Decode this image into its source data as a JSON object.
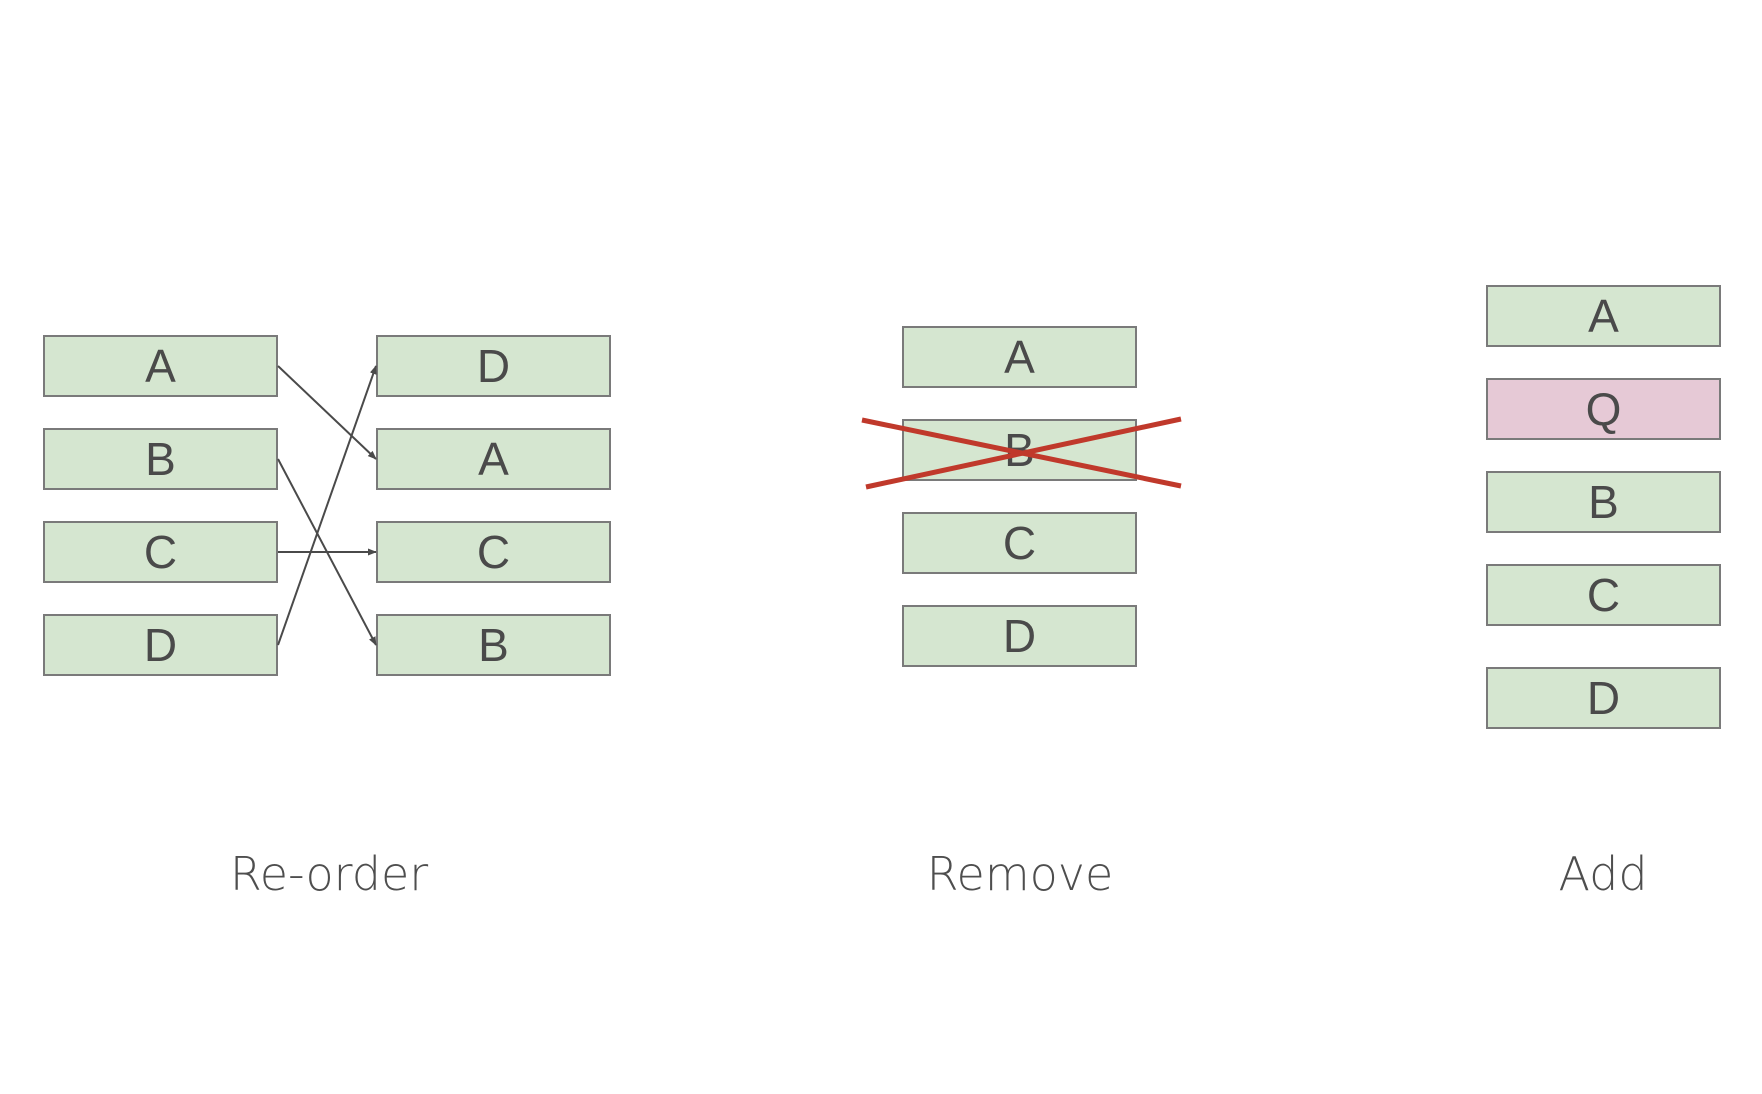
{
  "colors": {
    "box_fill": "#d5e6d0",
    "added_fill": "#e6c9d6",
    "box_border": "#7a7a7a",
    "text": "#4a4a4a",
    "arrow": "#4a4a4a",
    "cross": "#c0392b"
  },
  "reorder": {
    "caption": "Re-order",
    "before": [
      "A",
      "B",
      "C",
      "D"
    ],
    "after": [
      "D",
      "A",
      "C",
      "B"
    ]
  },
  "remove": {
    "caption": "Remove",
    "items": [
      "A",
      "B",
      "C",
      "D"
    ],
    "removed_item": "B"
  },
  "add": {
    "caption": "Add",
    "items": [
      "A",
      "Q",
      "B",
      "C",
      "D"
    ],
    "added_item": "Q"
  }
}
